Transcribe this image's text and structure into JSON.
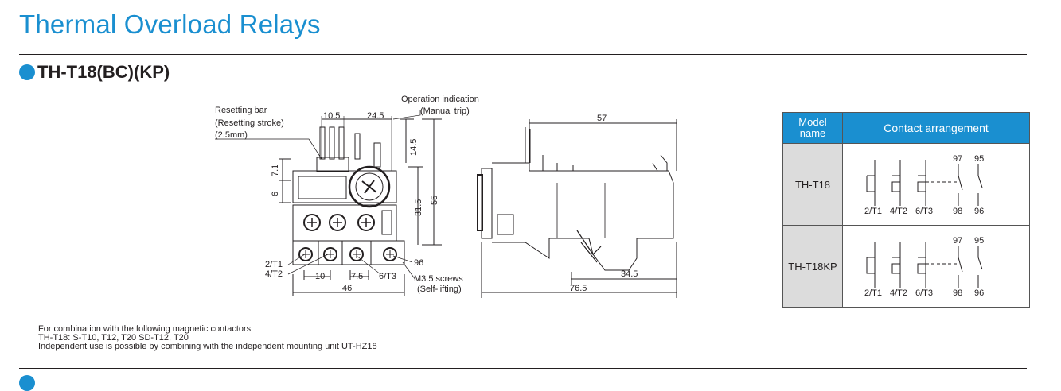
{
  "page": {
    "title": "Thermal Overload Relays",
    "section_title": "TH-T18(BC)(KP)"
  },
  "drawing": {
    "callouts": {
      "resetting_bar": "Resetting bar",
      "resetting_stroke": "(Resetting stroke)",
      "resetting_stroke_value": "(2.5mm)",
      "operation_indication": "Operation indication",
      "manual_trip": "(Manual trip)",
      "screws": "M3.5 screws",
      "self_lifting": "(Self-lifting)"
    },
    "front_dims": {
      "d10_5": "10.5",
      "d24_5": "24.5",
      "d14_5": "14.5",
      "d7_1": "7.1",
      "d6": "6",
      "d55": "55",
      "d31_5": "31.5",
      "d10": "10",
      "d7_5": "7.5",
      "d46": "46"
    },
    "terminals": {
      "t1": "2/T1",
      "t2": "4/T2",
      "t3": "6/T3",
      "c96": "96"
    },
    "side_dims": {
      "d57": "57",
      "d34_5": "34.5",
      "d76_5": "76.5"
    }
  },
  "notes": [
    "For combination with the following magnetic contactors",
    "TH-T18: S-T10, T12, T20  SD-T12, T20",
    "Independent use is possible by combining with the independent mounting unit UT-HZ18"
  ],
  "contact_table": {
    "header_model_line1": "Model",
    "header_model_line2": "name",
    "header_arrangement": "Contact arrangement",
    "rows": [
      {
        "model": "TH-T18",
        "c97": "97",
        "c95": "95",
        "t1": "2/T1",
        "t2": "4/T2",
        "t3": "6/T3",
        "c98": "98",
        "c96": "96"
      },
      {
        "model": "TH-T18KP",
        "c97": "97",
        "c95": "95",
        "t1": "2/T1",
        "t2": "4/T2",
        "t3": "6/T3",
        "c98": "98",
        "c96": "96"
      }
    ]
  },
  "colors": {
    "accent": "#1a8fd0",
    "model_cell": "#dcdcdc"
  }
}
